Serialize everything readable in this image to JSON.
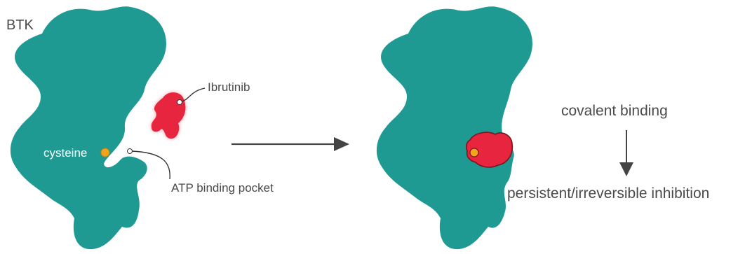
{
  "labels": {
    "protein": "BTK",
    "drug": "Ibrutinib",
    "residue": "cysteine",
    "pocket": "ATP binding pocket",
    "step": "covalent binding",
    "outcome": "persistent/irreversible inhibition"
  },
  "colors": {
    "protein": "#1f9a92",
    "drug": "#e8253f",
    "drug_outline": "#7a1420",
    "cysteine": "#f2a51c",
    "text": "#4a4a4a",
    "arrow": "#444444",
    "background": "#ffffff"
  }
}
